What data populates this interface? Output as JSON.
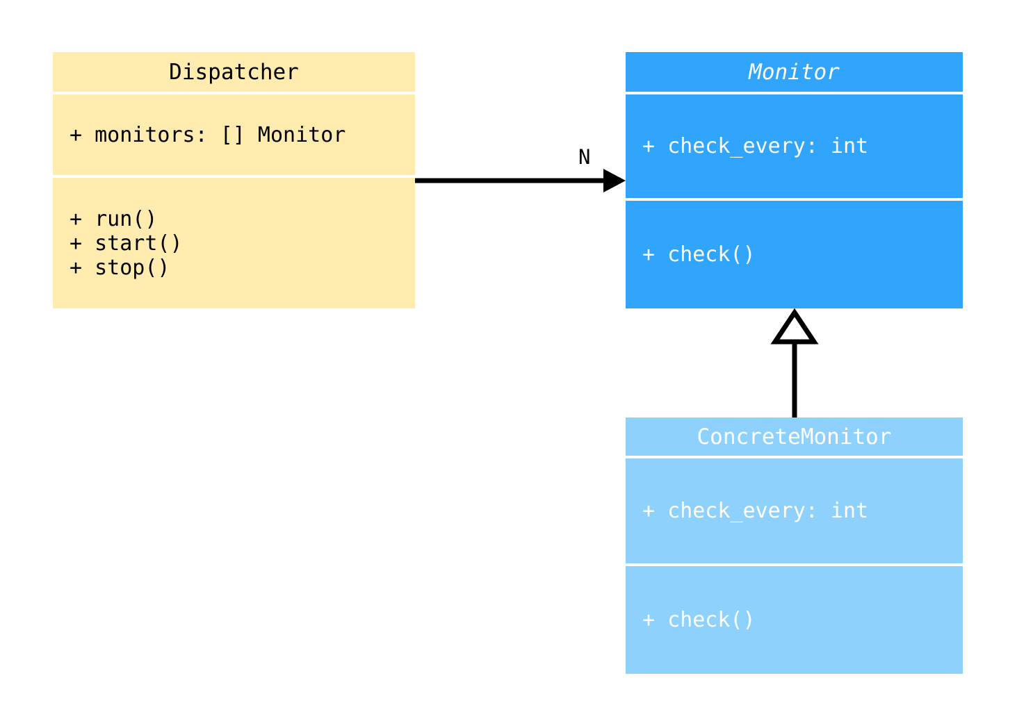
{
  "diagram": {
    "type": "uml-class-diagram",
    "background": "#ffffff",
    "classes": [
      {
        "id": "dispatcher",
        "name": "Dispatcher",
        "abstract": false,
        "fill": "#ffecae",
        "text_color": "#000000",
        "attributes": [
          "+ monitors: [] Monitor"
        ],
        "methods": [
          "+ run()",
          "+ start()",
          "+ stop()"
        ]
      },
      {
        "id": "monitor",
        "name": "Monitor",
        "abstract": true,
        "fill": "#31a5fc",
        "text_color": "#ffffff",
        "attributes": [
          "+ check_every: int"
        ],
        "methods": [
          "+ check()"
        ]
      },
      {
        "id": "concrete_monitor",
        "name": "ConcreteMonitor",
        "abstract": false,
        "fill": "#8fd1fd",
        "text_color": "#ffffff",
        "attributes": [
          "+ check_every: int"
        ],
        "methods": [
          "+ check()"
        ]
      }
    ],
    "relationships": [
      {
        "id": "dispatcher-monitor",
        "kind": "association",
        "from": "Dispatcher",
        "to": "Monitor",
        "label": "N",
        "arrow": "filled-arrowhead",
        "line_color": "#000000"
      },
      {
        "id": "concrete-monitor-inherits",
        "kind": "generalization",
        "from": "ConcreteMonitor",
        "to": "Monitor",
        "label": "",
        "arrow": "hollow-triangle",
        "line_color": "#000000"
      }
    ]
  }
}
